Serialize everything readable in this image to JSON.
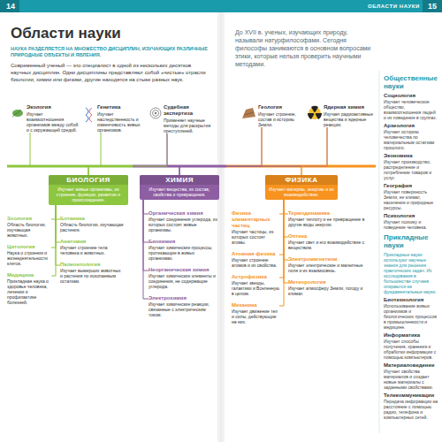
{
  "diagram": {
    "title": "Области науки",
    "nodes": [
      {
        "text": [
          "Экология",
          "Изучает взаимоотношения организмов между собой и с окружающей средой."
        ]
      },
      {
        "text": [
          "Генетика",
          "Изучает наследственность и изменчивость живых организмов."
        ]
      },
      {
        "text": [
          "Судебная экспертиза",
          "Применяет научные методы для раскрытия преступлений."
        ]
      },
      {
        "text": [
          "Геология",
          "Изучает строение, состав и историю Земли."
        ]
      },
      {
        "text": [
          "Ядерная химия",
          "Изучает радиоактивные вещества и ядерные реакции."
        ]
      },
      {
        "text": [
          "БИОЛОГИЯ",
          "Изучает живые организмы, их строение, функции, развитие и происхождение."
        ]
      },
      {
        "text": [
          "ХИМИЯ",
          "Изучает вещества, их состав, свойства и превращения."
        ]
      },
      {
        "text": [
          "ФИЗИКА",
          "Изучает материю, энергию и их взаимодействие."
        ]
      },
      {
        "text": [
          "Зоология",
          "Область биологии, изучающая животных."
        ]
      },
      {
        "text": [
          "Цитология",
          "Наука о строении и жизнедеятельности клеток."
        ]
      },
      {
        "text": [
          "Медицина",
          "Прикладная наука о здоровье человека, лечении и профилактике болезней."
        ]
      },
      {
        "text": [
          "Ботаника",
          "Область биологии, изучающая растения."
        ]
      },
      {
        "text": [
          "Анатомия",
          "Изучает строение тела человека и животных."
        ]
      },
      {
        "text": [
          "Палеонтология",
          "Изучает вымерших животных и растения по ископаемым остаткам."
        ]
      },
      {
        "text": [
          "Органическая химия",
          "Изучает соединения углерода, из которых состоят живые организмы."
        ]
      },
      {
        "text": [
          "Биохимия",
          "Изучает химические процессы, протекающие в живых организмах."
        ]
      },
      {
        "text": [
          "Неорганическая химия",
          "Изучает химические элементы и соединения, не содержащие углерода."
        ]
      },
      {
        "text": [
          "Электрохимия",
          "Изучает химические реакции, связанные с электрическим током."
        ]
      },
      {
        "text": [
          "Физика элементарных частиц",
          "Изучает частицы, из которых состоят атомы."
        ]
      },
      {
        "text": [
          "Атомная физика",
          "Изучает строение атомов и их свойства."
        ]
      },
      {
        "text": [
          "Астрофизика",
          "Изучает звезды, галактики и Вселенную в целом."
        ]
      },
      {
        "text": [
          "Механика",
          "Изучает движение тел и силы, действующие на них."
        ]
      },
      {
        "text": [
          "Термодинамика",
          "Изучает теплоту и ее превращение в другие виды энергии."
        ]
      },
      {
        "text": [
          "Оптика",
          "Изучает свет и его взаимодействие с веществом."
        ]
      },
      {
        "text": [
          "Электромагнетизм",
          "Изучает электрические и магнитные поля и их взаимосвязь."
        ]
      },
      {
        "text": [
          "Метеорология",
          "Изучает атмосферу Земли, погоду и климат."
        ]
      }
    ],
    "edges": [
      {
        "from": 0,
        "to": 5,
        "arrow": "none"
      },
      {
        "from": 1,
        "to": 5,
        "arrow": "none"
      },
      {
        "from": 2,
        "to": 5,
        "arrow": "none"
      },
      {
        "from": 2,
        "to": 6,
        "arrow": "none"
      },
      {
        "from": 3,
        "to": 6,
        "arrow": "none"
      },
      {
        "from": 3,
        "to": 7,
        "arrow": "none"
      },
      {
        "from": 4,
        "to": 6,
        "arrow": "none"
      },
      {
        "from": 4,
        "to": 7,
        "arrow": "none"
      },
      {
        "from": 5,
        "to": 8,
        "arrow": "none"
      },
      {
        "from": 5,
        "to": 9,
        "arrow": "none"
      },
      {
        "from": 5,
        "to": 10,
        "arrow": "none"
      },
      {
        "from": 5,
        "to": 11,
        "arrow": "none"
      },
      {
        "from": 5,
        "to": 12,
        "arrow": "none"
      },
      {
        "from": 5,
        "to": 13,
        "arrow": "none"
      },
      {
        "from": 6,
        "to": 14,
        "arrow": "none"
      },
      {
        "from": 6,
        "to": 15,
        "arrow": "none"
      },
      {
        "from": 6,
        "to": 16,
        "arrow": "none"
      },
      {
        "from": 6,
        "to": 17,
        "arrow": "none"
      },
      {
        "from": 7,
        "to": 18,
        "arrow": "none"
      },
      {
        "from": 7,
        "to": 19,
        "arrow": "none"
      },
      {
        "from": 7,
        "to": 20,
        "arrow": "none"
      },
      {
        "from": 7,
        "to": 21,
        "arrow": "none"
      },
      {
        "from": 7,
        "to": 22,
        "arrow": "none"
      },
      {
        "from": 7,
        "to": 23,
        "arrow": "none"
      },
      {
        "from": 7,
        "to": 24,
        "arrow": "none"
      },
      {
        "from": 7,
        "to": 25,
        "arrow": "none"
      }
    ],
    "labels": [
      "14",
      "ОБЛАСТИ НАУКИ",
      "15",
      "НАУКА РАЗДЕЛЯЕТСЯ НА МНОЖЕСТВО ДИСЦИПЛИН, ИЗУЧАЮЩИХ РАЗЛИЧНЫЕ ПРИРОДНЫЕ ОБЪЕКТЫ И ЯВЛЕНИЯ.",
      "Современный ученый — это специалист в одной из нескольких десятков научных дисциплин. Одни дисциплины представляют собой «чистые» отрасли биологии, химии или физики, другие находятся на стыке разных наук.",
      "До XVII в. ученых, изучающих природу, называли натурфилософами. Сегодня философы занимаются в основном вопросами этики, которые нельзя проверить научными методами.",
      "Общественные науки",
      "Социология",
      "Изучает человеческое общество, взаимоотношения людей и их поведение в группах.",
      "Археология",
      "Изучает историю человечества по материальным остаткам прошлого.",
      "Экономика",
      "Изучает производство, распределение и потребление товаров и услуг.",
      "География",
      "Изучает поверхность Земли, ее климат, население и природные ресурсы.",
      "Психология",
      "Изучает психику и поведение человека.",
      "Прикладные науки",
      "Прикладные науки используют научные знания для решения практических задач. Их исследования в большинстве случаев опираются на фундаментальные науки.",
      "Биотехнология",
      "Использование живых организмов и биологических процессов в промышленности и медицине.",
      "Информатика",
      "Изучает способы получения, хранения и обработки информации с помощью компьютеров.",
      "Материаловедение",
      "Изучает свойства материалов и создает новые материалы с заданными свойствами.",
      "Телекоммуникации",
      "Передача информации на расстояние с помощью радио, телефона и компьютерных сетей."
    ]
  }
}
